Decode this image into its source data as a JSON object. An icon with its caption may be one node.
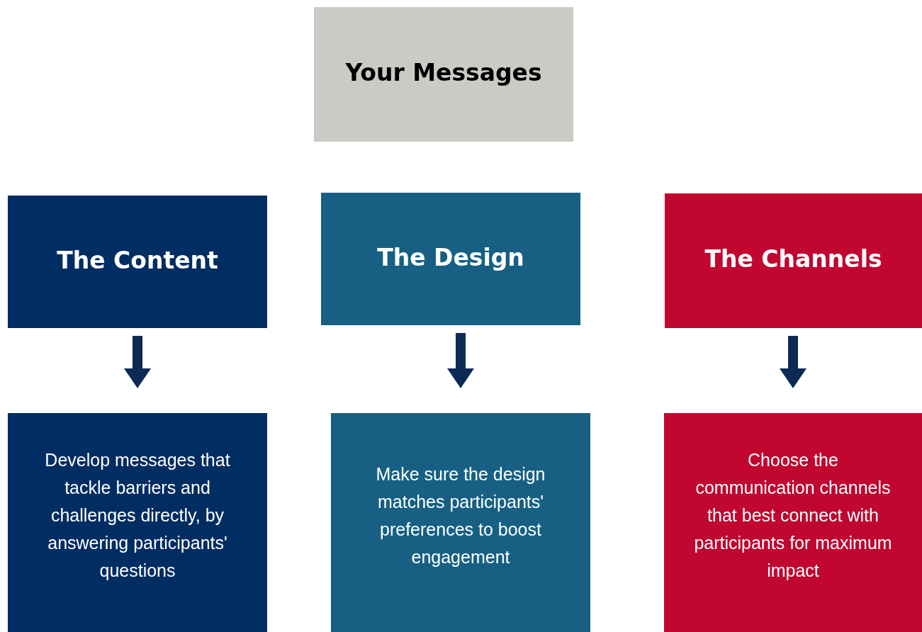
{
  "diagram": {
    "nodes": [
      {
        "text": [
          "Your Messages"
        ]
      },
      {
        "text": [
          "The Content"
        ]
      },
      {
        "text": [
          "The Design"
        ]
      },
      {
        "text": [
          "The Channels"
        ]
      },
      {
        "text": [
          "Develop messages that tackle barriers and challenges directly, by answering participants' questions"
        ]
      },
      {
        "text": [
          "Make sure the design matches participants' preferences to boost engagement"
        ]
      },
      {
        "text": [
          "Choose the communication channels that best connect with participants for maximum impact"
        ]
      }
    ],
    "edges": [
      {
        "from": 1,
        "to": 4,
        "arrow": "to"
      },
      {
        "from": 2,
        "to": 5,
        "arrow": "to"
      },
      {
        "from": 3,
        "to": 6,
        "arrow": "to"
      }
    ]
  }
}
